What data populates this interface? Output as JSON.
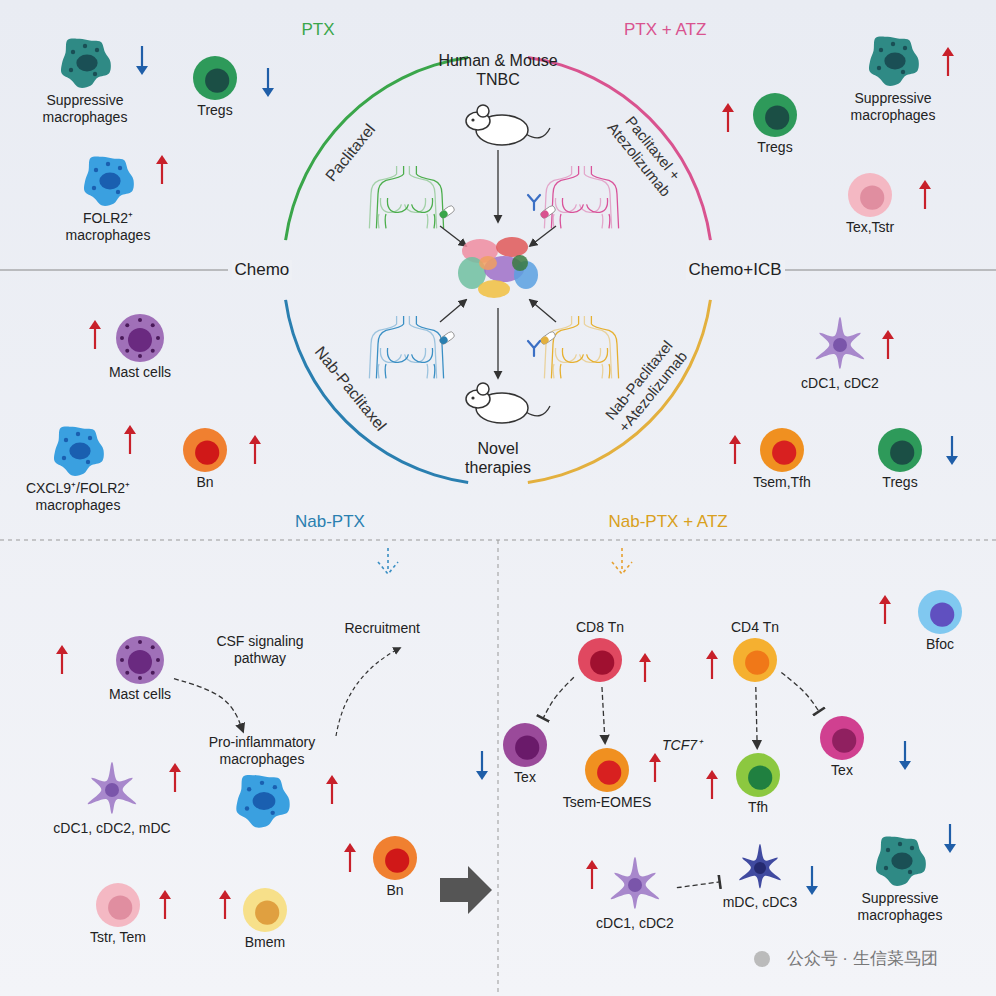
{
  "diagram": {
    "nodes": [
      {
        "text": [
          "Suppressive macrophages"
        ]
      },
      {
        "text": [
          "Tregs"
        ]
      },
      {
        "text": [
          "FOLR2⁺ macrophages"
        ]
      },
      {
        "text": [
          "Tregs"
        ]
      },
      {
        "text": [
          "Suppressive macrophages"
        ]
      },
      {
        "text": [
          "Tex,Tstr"
        ]
      },
      {
        "text": [
          "Mast cells"
        ]
      },
      {
        "text": [
          "CXCL9⁺/FOLR2⁺ macrophages"
        ]
      },
      {
        "text": [
          "Bn"
        ]
      },
      {
        "text": [
          "cDC1, cDC2"
        ]
      },
      {
        "text": [
          "Tsem,Tfh"
        ]
      },
      {
        "text": [
          "Tregs"
        ]
      },
      {
        "text": [
          "Mast cells"
        ]
      },
      {
        "text": [
          "Pro-inflammatory macrophages"
        ]
      },
      {
        "text": [
          "cDC1, cDC2, mDC"
        ]
      },
      {
        "text": [
          "Tstr, Tem"
        ]
      },
      {
        "text": [
          "Bmem"
        ]
      },
      {
        "text": [
          "Bn"
        ]
      },
      {
        "text": [
          "CD8 Tn"
        ]
      },
      {
        "text": [
          "CD4 Tn"
        ]
      },
      {
        "text": [
          "Bfoc"
        ]
      },
      {
        "text": [
          "Tex"
        ]
      },
      {
        "text": [
          "Tsem-EOMES"
        ]
      },
      {
        "text": [
          "Tfh"
        ]
      },
      {
        "text": [
          "Tex"
        ]
      },
      {
        "text": [
          "cDC1, cDC2"
        ]
      },
      {
        "text": [
          "mDC, cDC3"
        ]
      },
      {
        "text": [
          "Suppressive macrophages"
        ]
      }
    ],
    "edges": [
      {
        "from": 12,
        "to": 13,
        "arrow": "to"
      },
      {
        "from": 18,
        "to": 21,
        "arrow": "to"
      },
      {
        "from": 18,
        "to": 22,
        "arrow": "to"
      },
      {
        "from": 19,
        "to": 23,
        "arrow": "to"
      },
      {
        "from": 19,
        "to": 24,
        "arrow": "to"
      },
      {
        "from": 25,
        "to": 26,
        "arrow": "to"
      }
    ],
    "labels": [
      "PTX",
      "PTX + ATZ",
      "Nab-PTX",
      "Nab-PTX + ATZ",
      "Paclitaxel",
      "Paclitaxel + Atezolizumab",
      "Nab-Paclitaxel",
      "Nab-Paclitaxel +Atezolizumab",
      "Human & Mouse TNBC",
      "Chemo",
      "Chemo+ICB",
      "Novel therapies",
      "CSF signaling pathway",
      "Recruitment",
      "TCF7⁺",
      "公众号 · 生信菜鸟团"
    ]
  }
}
